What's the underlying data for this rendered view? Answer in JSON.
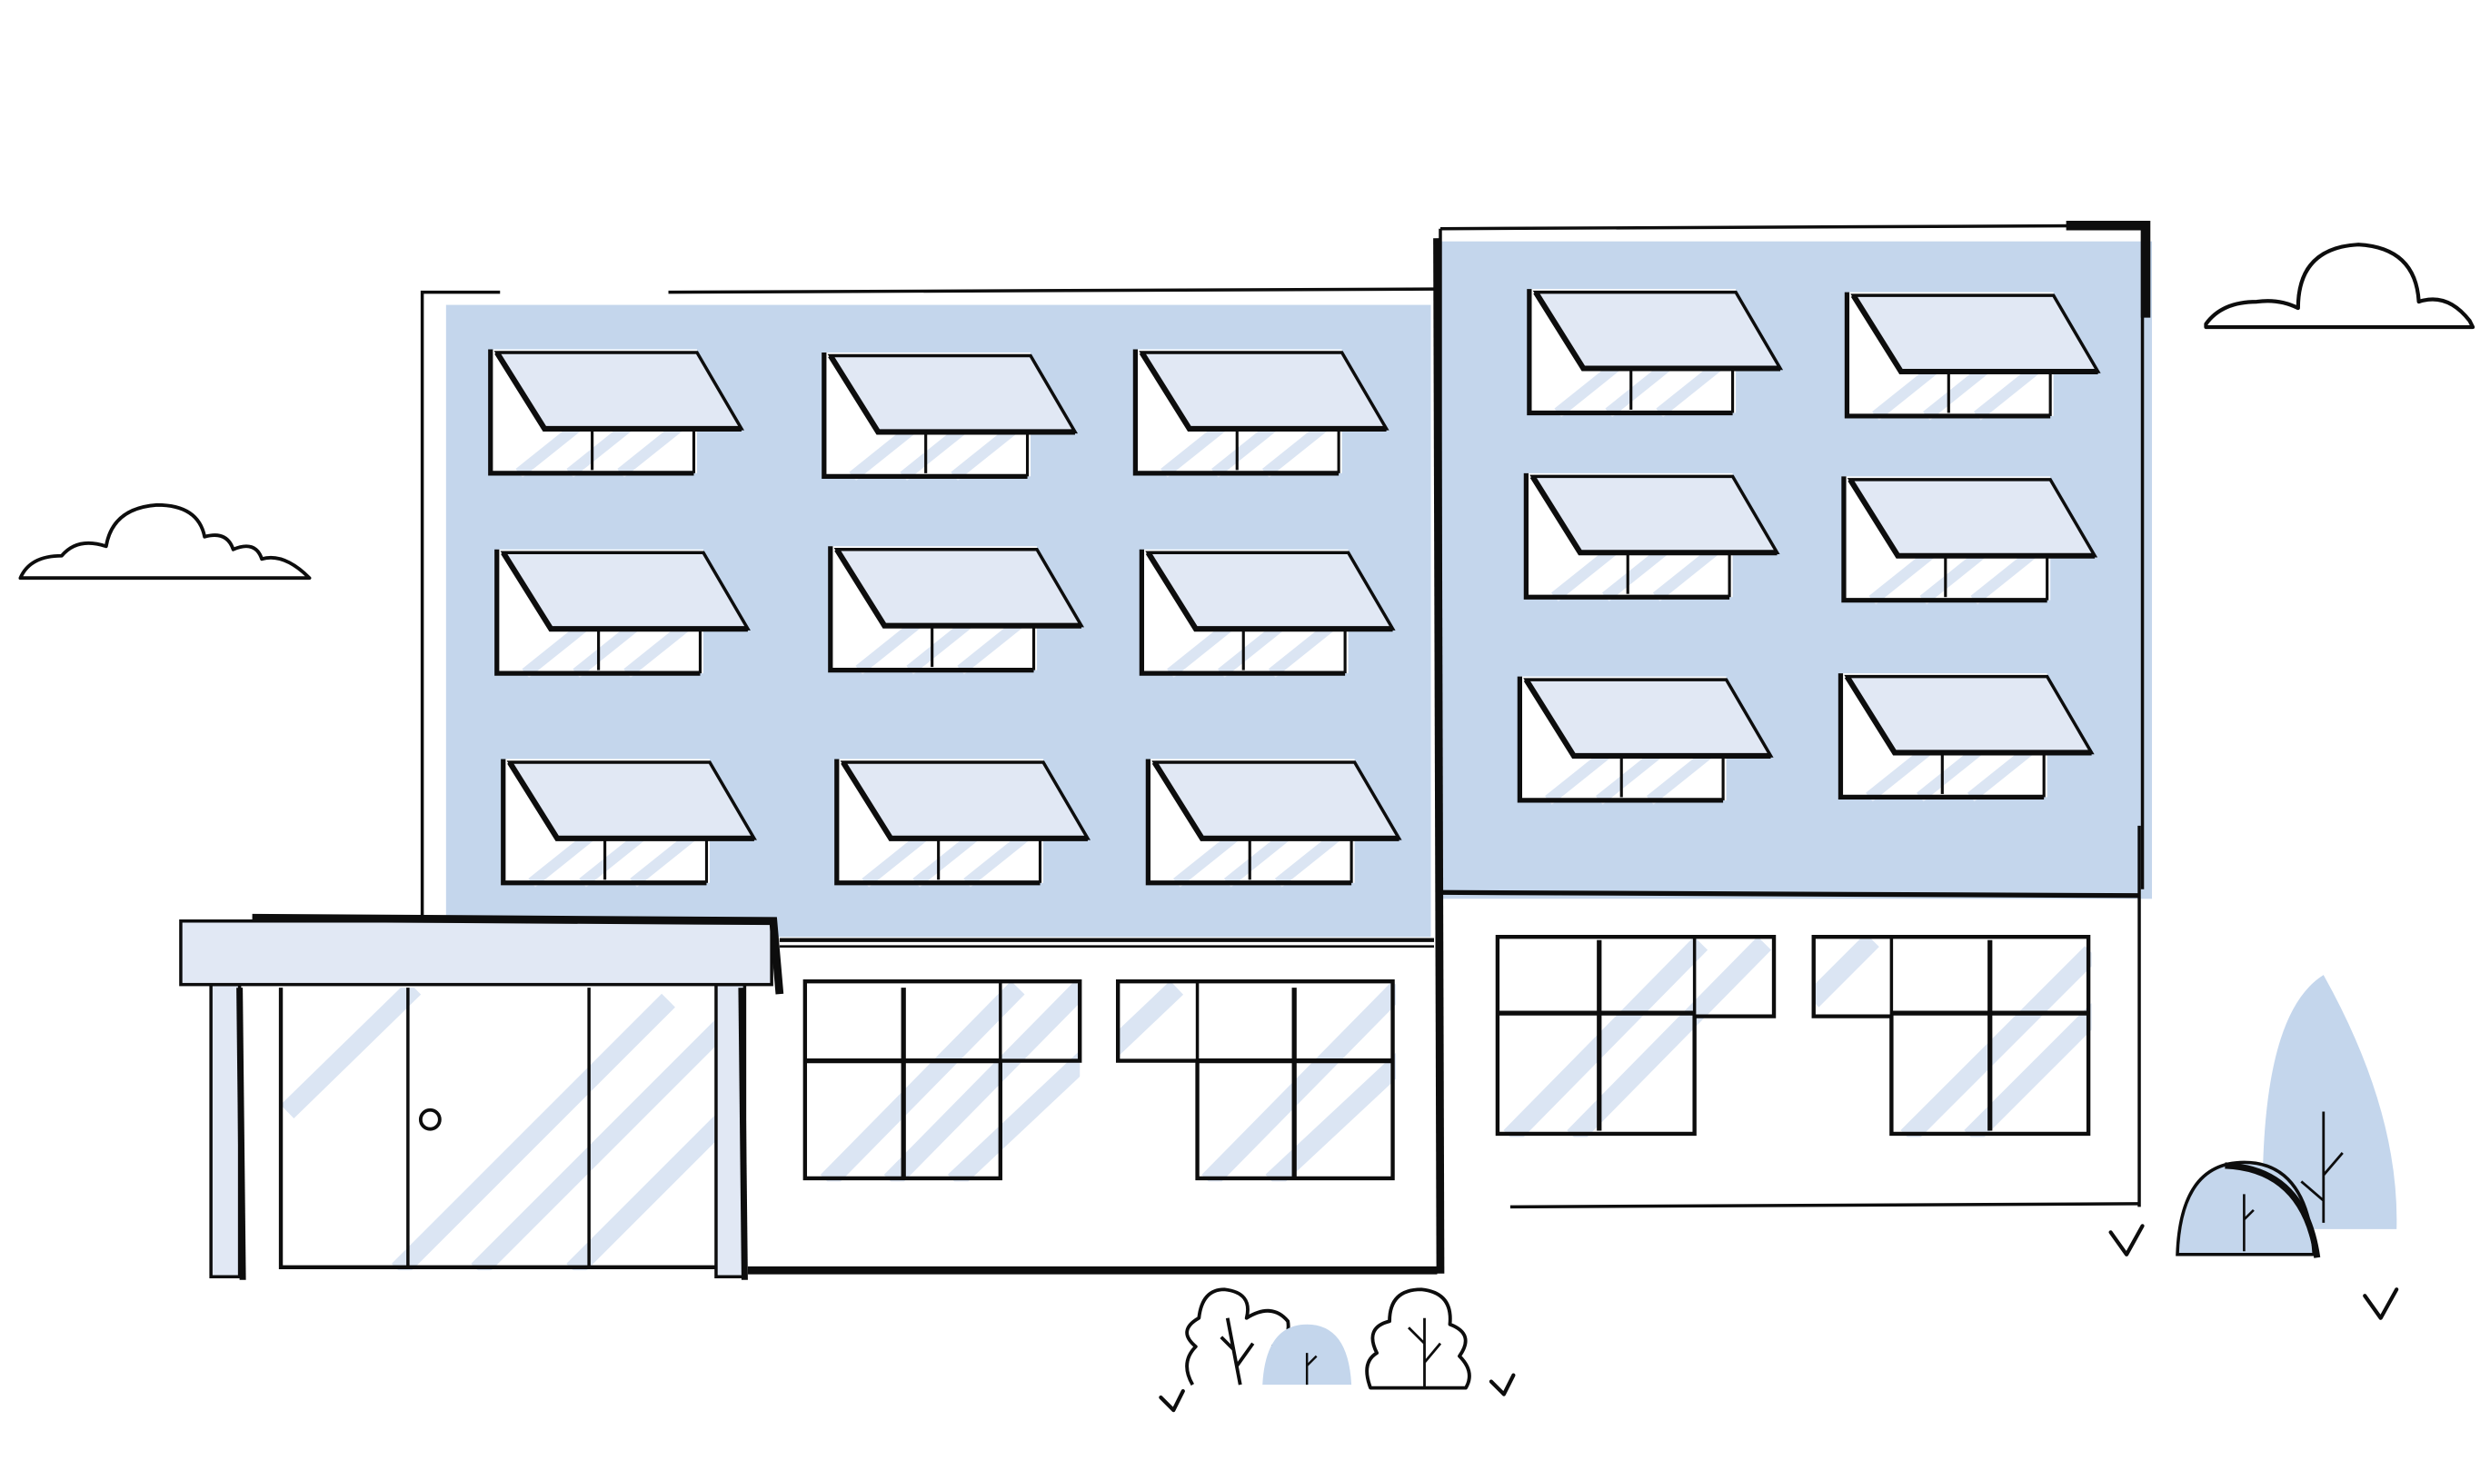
{
  "scene": {
    "subject": "building-illustration",
    "style": "line-art",
    "colors": {
      "background": "#ffffff",
      "facade": "#c4d6ec",
      "awning": "#e1e8f4",
      "glass_stripe": "#dbe5f3",
      "outline": "#0d0d0d"
    },
    "counts": {
      "upper_windows_left_block": 9,
      "upper_windows_right_block": 6,
      "ground_windows": 4,
      "clouds": 2,
      "bushes": 4
    }
  }
}
